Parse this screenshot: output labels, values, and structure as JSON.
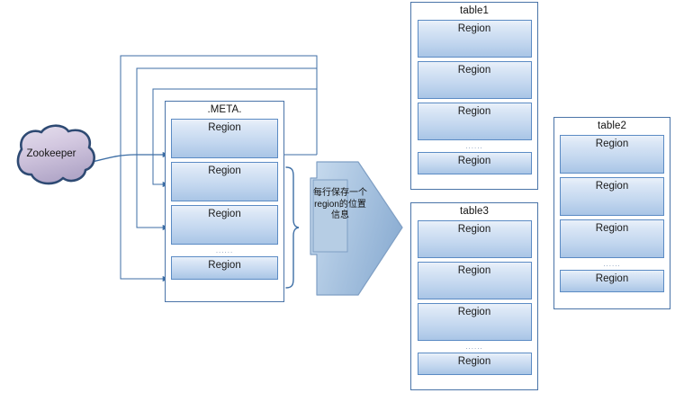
{
  "diagram": {
    "title": "HBase .META. region location diagram",
    "colors": {
      "border": "#4a74a8",
      "region_border": "#5b8bc4",
      "region_fill_top": "#eaf1fa",
      "region_fill_bottom": "#a9c5e6",
      "connector": "#3d6ea5",
      "callout_fill": "#b6cde4",
      "callout_border": "#7f9fc4",
      "cloud_fill": "#cfc3dd",
      "cloud_border": "#2e4a73",
      "ellipsis": "#7d94b5"
    },
    "ellipsis": "......"
  },
  "zookeeper": {
    "label": "Zookeeper",
    "icon": "cloud-icon"
  },
  "meta": {
    "title": ".META.",
    "regions": [
      {
        "label": "Region"
      },
      {
        "label": "Region"
      },
      {
        "label": "Region"
      },
      {
        "label": "Region"
      }
    ],
    "ellipsis": "......",
    "brace": "curly-brace-icon"
  },
  "callout": {
    "icon": "right-arrow-icon",
    "lines": [
      "每行保存一个",
      "region的位置",
      "信息"
    ],
    "text": "每行保存一个region的位置信息"
  },
  "tables": [
    {
      "name": "table1",
      "regions": [
        {
          "label": "Region"
        },
        {
          "label": "Region"
        },
        {
          "label": "Region"
        },
        {
          "label": "Region"
        }
      ],
      "ellipsis": "......"
    },
    {
      "name": "table3",
      "regions": [
        {
          "label": "Region"
        },
        {
          "label": "Region"
        },
        {
          "label": "Region"
        },
        {
          "label": "Region"
        }
      ],
      "ellipsis": "......"
    },
    {
      "name": "table2",
      "regions": [
        {
          "label": "Region"
        },
        {
          "label": "Region"
        },
        {
          "label": "Region"
        },
        {
          "label": "Region"
        }
      ],
      "ellipsis": "......"
    }
  ]
}
